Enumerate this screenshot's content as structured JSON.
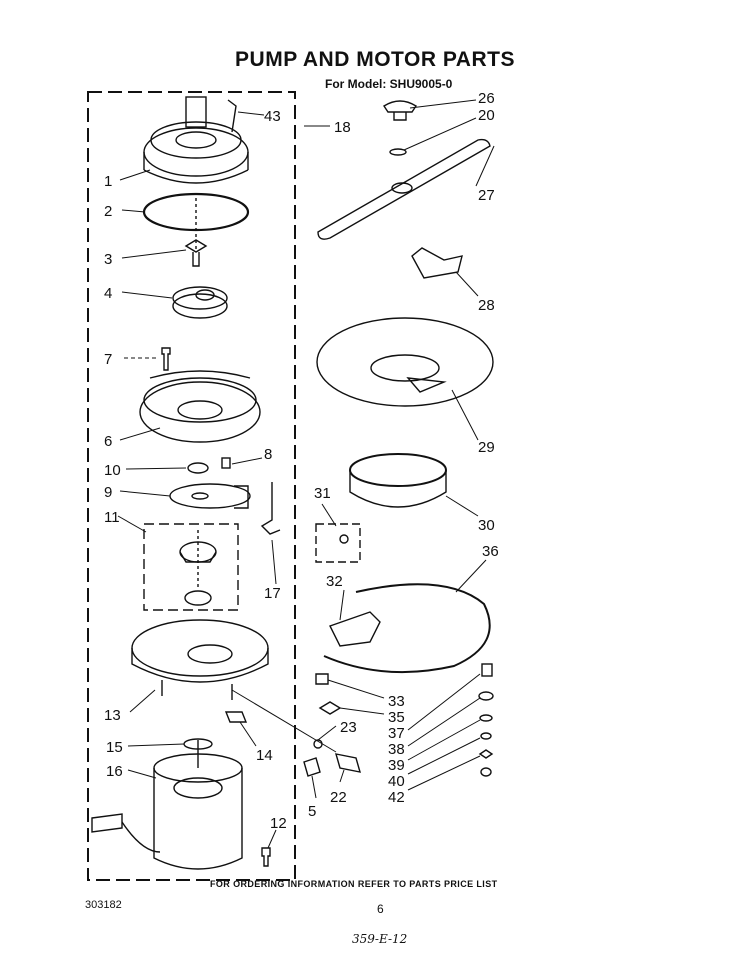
{
  "header": {
    "title": "PUMP AND MOTOR PARTS",
    "model_line": "For Model: SHU9005-0"
  },
  "callouts": [
    "1",
    "2",
    "3",
    "4",
    "7",
    "6",
    "10",
    "9",
    "11",
    "13",
    "15",
    "16",
    "43",
    "18",
    "8",
    "17",
    "14",
    "12",
    "23",
    "22",
    "5",
    "26",
    "20",
    "27",
    "28",
    "29",
    "30",
    "31",
    "36",
    "32",
    "33",
    "35",
    "37",
    "38",
    "39",
    "40",
    "42"
  ],
  "footer": {
    "ordering_note": "FOR ORDERING INFORMATION REFER TO PARTS PRICE LIST",
    "doc_number": "303182",
    "page_number": "6",
    "handwritten_note": "359-E-12"
  }
}
